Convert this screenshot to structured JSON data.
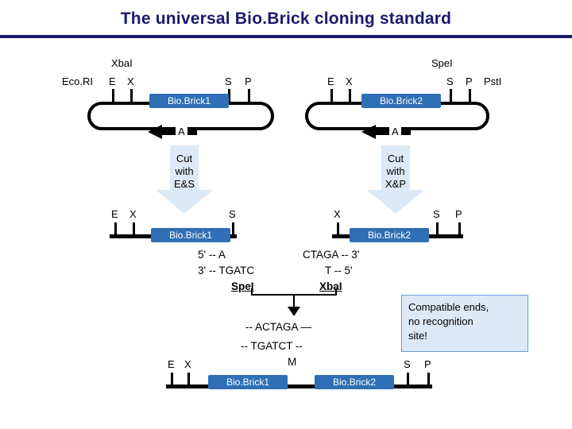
{
  "title": "The universal Bio.Brick cloning standard",
  "top": {
    "xbal_label": "XbaI",
    "ecori_label": "Eco.RI",
    "e_label": "E",
    "x_label": "X",
    "s_label": "S",
    "p_label": "P",
    "spel_label": "SpeI",
    "e2_label": "E",
    "x2_label": "X",
    "s2_label": "S",
    "p2_label": "P",
    "pstl_label": "PstI",
    "biobrick1": "Bio.Brick1",
    "biobrick2": "Bio.Brick2",
    "a1_label": "A",
    "a2_label": "A"
  },
  "cut_left": {
    "line1": "Cut",
    "line2": "with",
    "line3": "E&S"
  },
  "cut_right": {
    "line1": "Cut",
    "line2": "with",
    "line3": "X&P"
  },
  "middle": {
    "e_label": "E",
    "x_label": "X",
    "s_label": "S",
    "x2_label": "X",
    "s2_label": "S",
    "p2_label": "P",
    "biobrick1": "Bio.Brick1",
    "biobrick2": "Bio.Brick2"
  },
  "sequences": {
    "left_top": "5' -- A",
    "left_bottom": "3' -- TGATC",
    "left_enzyme": "SpeI",
    "right_top": "CTAGA -- 3'",
    "right_bottom": "T -- 5'",
    "right_enzyme": "XbaI",
    "joined_top": "-- ACTAGA —",
    "joined_bottom": "-- TGATCT --",
    "joined_marker": "M"
  },
  "callout": {
    "line1": "Compatible ends,",
    "line2": "no recognition",
    "line3": "site!"
  },
  "bottom": {
    "e_label": "E",
    "x_label": "X",
    "s_label": "S",
    "p_label": "P",
    "biobrick1": "Bio.Brick1",
    "biobrick2": "Bio.Brick2"
  },
  "colors": {
    "title": "#1a1a6e",
    "biobrick": "#2f6fb5",
    "callout_bg": "#dce9f6",
    "arrow": "#dce9f6"
  }
}
